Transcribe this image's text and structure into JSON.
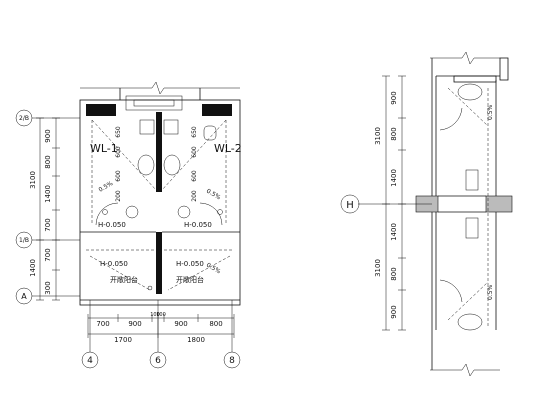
{
  "left_plan": {
    "vertical_dims": [
      "900",
      "800",
      "1400",
      "700",
      "700",
      "300"
    ],
    "vertical_totals": [
      "3100",
      "1400"
    ],
    "grid_rows": [
      "2/B",
      "1/B",
      "A"
    ],
    "pipe_labels": [
      "WL-1",
      "WL-2"
    ],
    "inner_dims": [
      "650",
      "600",
      "600",
      "200",
      "650",
      "600",
      "600",
      "200"
    ],
    "slopes": [
      "0.5%",
      "0.5%",
      "0.5%"
    ],
    "levels": [
      "H-0.050",
      "H-0.050",
      "H-0.050",
      "H-0.050"
    ],
    "balcony_labels": [
      "开敞阳台",
      "开敞阳台"
    ],
    "bottom_dims_row1": [
      "700",
      "900",
      "100",
      "100",
      "900",
      "800"
    ],
    "bottom_dims_row2": [
      "1700",
      "1800"
    ],
    "grid_cols": [
      "4",
      "6",
      "8"
    ]
  },
  "right_plan": {
    "dims_top": [
      "900",
      "800",
      "1400"
    ],
    "dims_bottom": [
      "1400",
      "800",
      "900"
    ],
    "totals": [
      "3100",
      "3100"
    ],
    "grid_row": "H",
    "slopes": [
      "0.5%",
      "0.5%"
    ]
  }
}
